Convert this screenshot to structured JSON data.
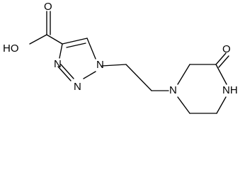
{
  "molecule": {
    "labels": {
      "hydroxyl": "HO",
      "carbonyl_oxygen_acid": "O",
      "triazole_n1": "N",
      "triazole_n2": "N",
      "triazole_n3": "N",
      "ketone_oxygen": "O",
      "amine_nitrogen": "N",
      "nh": "NH"
    },
    "colors": {
      "stroke": "#000000",
      "text": "#000000",
      "background": "#ffffff"
    }
  }
}
